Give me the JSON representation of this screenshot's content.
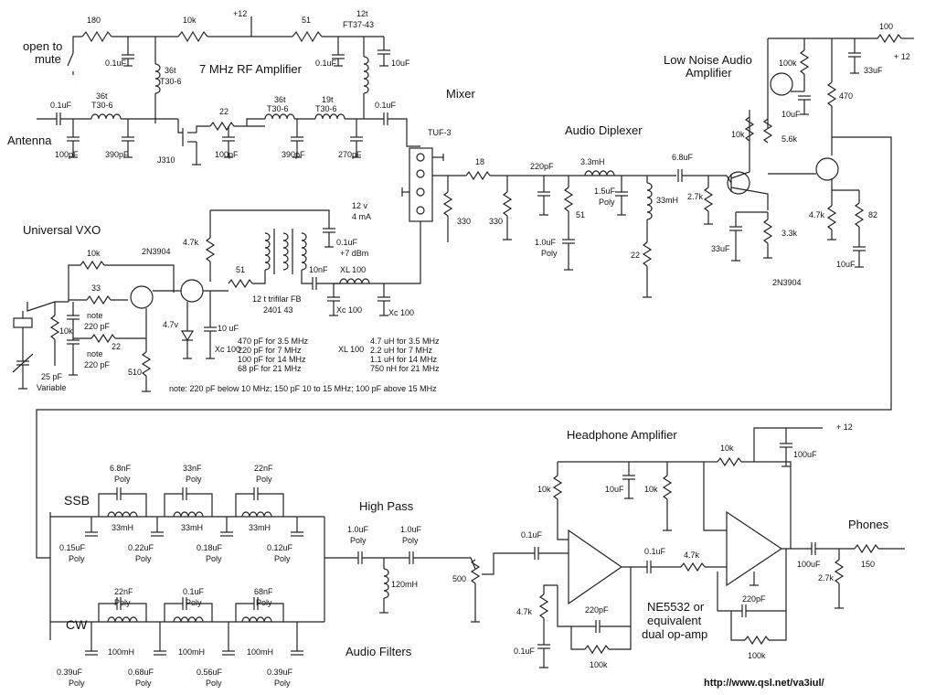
{
  "title": "",
  "sections": {
    "rf_amp": "7 MHz RF Amplifier",
    "mixer": "Mixer",
    "diplexer": "Audio Diplexer",
    "lna_1": "Low Noise Audio",
    "lna_2": "Amplifier",
    "vxo": "Universal VXO",
    "headphone": "Headphone Amplifier",
    "high_pass": "High Pass",
    "audio_filters": "Audio Filters",
    "ssb": "SSB",
    "cw": "CW",
    "phones": "Phones",
    "opamp_1": "NE5532 or",
    "opamp_2": "equivalent",
    "opamp_3": "dual op-amp"
  },
  "labels": {
    "antenna": "Antenna",
    "open_to_1": "open to",
    "open_to_2": "mute",
    "r180": "180",
    "r10k_top": "10k",
    "plus12_top": "+12",
    "r51_top": "51",
    "ft_12t": "12t",
    "ft_type": "FT37-43",
    "c01_a": "0.1uF",
    "c01_b": "0.1uF",
    "c10uf_a": "10uF",
    "t36t_a": "36t",
    "t30_6_a": "T30-6",
    "c01_ant": "0.1uF",
    "t36t_b": "36t",
    "t30_6_b": "T30-6",
    "c100p_a": "100pF",
    "c390p_a": "390pF",
    "j310": "J310",
    "r22_a": "22",
    "t36t_c": "36t",
    "t30_6_c": "T30-6",
    "t19t": "19t",
    "t30_6_d": "T30-6",
    "c01_mix": "0.1uF",
    "c100p_b": "100pF",
    "c390p_b": "390pF",
    "c270p": "270pF",
    "tuf3": "TUF-3",
    "r18": "18",
    "r330_a": "330",
    "r330_b": "330",
    "c220p_d": "220pF",
    "l33mh_d": "3.3mH",
    "c15uf": "1.5uF",
    "poly_15": "Poly",
    "r51_d": "51",
    "c10uf_poly_1": "1.0uF",
    "c10uf_poly_2": "Poly",
    "c68uf": "6.8uF",
    "r27k_a": "2.7k",
    "l33mh_big": "33mH",
    "r22_d": "22",
    "c33uf_a": "33uF",
    "r100k_lna": "100k",
    "c10uf_lna": "10uF",
    "r10k_lna": "10k",
    "r56k": "5.6k",
    "r470": "470",
    "r100_top": "100",
    "plus12_right": "+ 12",
    "c33uf_b": "33uF",
    "r47k_lna": "4.7k",
    "r82": "82",
    "r33k": "3.3k",
    "c10uf_lna2": "10uF",
    "q_2n3904_lna": "2N3904",
    "r10k_vxo_a": "10k",
    "q_2n3904_vxo": "2N3904",
    "r47k_vxo": "4.7k",
    "v12": "12 v",
    "i4ma": "4 mA",
    "c01_vxo": "0.1uF",
    "p7dbm": "+7 dBm",
    "r33_vxo": "33",
    "r10k_vxo_b": "10k",
    "note_a": "note",
    "c220p_vxo_a": "220 pF",
    "note_b": "note",
    "c220p_vxo_b": "220 pF",
    "r22_vxo": "22",
    "r510": "510",
    "c25p": "25 pF",
    "variable": "Variable",
    "z47v": "4.7v",
    "r51_vxo": "51",
    "c10u_vxo": "10 uF",
    "fb_1": "12 t trifilar FB",
    "fb_2": "2401 43",
    "c10nf": "10nF",
    "xl100_a": "XL 100",
    "xc100_a": "Xc 100",
    "xc100_b": "Xc 100",
    "xc100_c": "Xc 100",
    "xl100_b": "XL 100",
    "xc_table_1": "470 pF for 3.5 MHz",
    "xc_table_2": "220 pF for 7 MHz",
    "xc_table_3": "100 pF for 14 MHz",
    "xc_table_4": "68 pF for 21 MHz",
    "xl_table_1": "4.7 uH for 3.5 MHz",
    "xl_table_2": "2.2 uH for 7 MHz",
    "xl_table_3": "1.1 uH for 14 MHz",
    "xl_table_4": "750 nH for 21 MHz",
    "footnote": "note: 220 pF below 10 MHz; 150 pF 10 to 15 MHz; 100 pF above 15 MHz",
    "f68nf": "6.8nF",
    "f33nf": "33nF",
    "f22nf": "22nF",
    "poly_f1": "Poly",
    "poly_f2": "Poly",
    "poly_f3": "Poly",
    "ssb_33mh_1": "33mH",
    "ssb_33mh_2": "33mH",
    "ssb_33mh_3": "33mH",
    "c015": "0.15uF",
    "c022": "0.22uF",
    "c018": "0.18uF",
    "c012": "0.12uF",
    "poly_s1": "Poly",
    "poly_s2": "Poly",
    "poly_s3": "Poly",
    "poly_s4": "Poly",
    "f22nf_cw": "22nF",
    "f01uf_cw": "0.1uF",
    "f68nf_cw": "68nF",
    "poly_c1": "Poly",
    "poly_c2": "Poly",
    "poly_c3": "Poly",
    "cw_100mh_1": "100mH",
    "cw_100mh_2": "100mH",
    "cw_100mh_3": "100mH",
    "c039_a": "0.39uF",
    "c068": "0.68uF",
    "c056": "0.56uF",
    "c039_b": "0.39uF",
    "poly_w1": "Poly",
    "poly_w2": "Poly",
    "poly_w3": "Poly",
    "poly_w4": "Poly",
    "hp_c1": "1.0uF",
    "hp_c2": "1.0uF",
    "hp_poly1": "Poly",
    "hp_poly2": "Poly",
    "hp_120mh": "120mH",
    "pot500": "500",
    "c01_hp_in": "0.1uF",
    "r10k_hp_a": "10k",
    "c10uf_hp": "10uF",
    "r10k_hp_b": "10k",
    "r10k_fb": "10k",
    "plus12_hp": "+ 12",
    "c100uf_hp": "100uF",
    "r47k_hp": "4.7k",
    "c01_hp_gnd": "0.1uF",
    "c220p_hp_a": "220pF",
    "r100k_hp_a": "100k",
    "c01_hp_mid": "0.1uF",
    "r47k_hp_mid": "4.7k",
    "c220p_hp_b": "220pF",
    "r100k_hp_b": "100k",
    "c100uf_out": "100uF",
    "r27k_out": "2.7k",
    "r150": "150",
    "url": "http://www.qsl.net/va3iul/"
  }
}
